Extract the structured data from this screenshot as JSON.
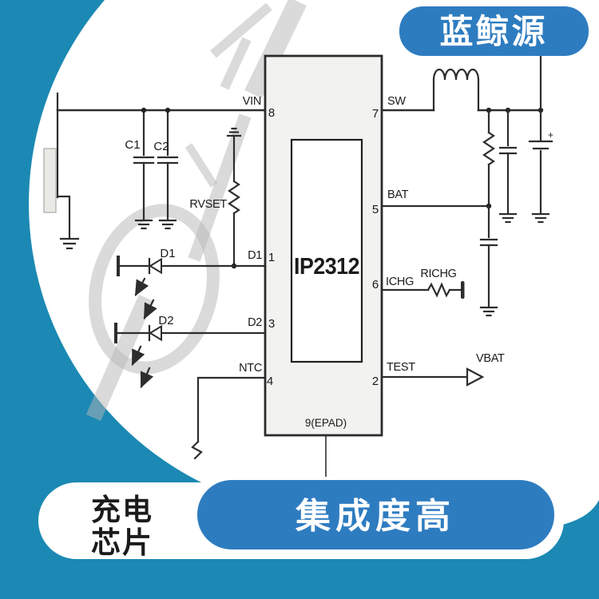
{
  "colors": {
    "teal": "#1b89b3",
    "blue": "#2e7cc0",
    "caption_blue": "#2e7cc0",
    "chip_fill": "#f2f2f0",
    "line": "#2d2d2d"
  },
  "badge": {
    "label": "蓝鲸源"
  },
  "footer": {
    "tag_line1": "充电",
    "tag_line2": "芯片",
    "headline": "集成度高"
  },
  "chip": {
    "part": "IP2312",
    "epad": "9(EPAD)"
  },
  "pins": {
    "vin": {
      "num": "8",
      "label": "VIN"
    },
    "sw": {
      "num": "7",
      "label": "SW"
    },
    "bat": {
      "num": "5",
      "label": "BAT"
    },
    "ichg": {
      "num": "6",
      "label": "ICHG"
    },
    "test": {
      "num": "2",
      "label": "TEST"
    },
    "d1": {
      "num": "1",
      "label": "D1"
    },
    "d2": {
      "num": "3",
      "label": "D2"
    },
    "ntc": {
      "num": "4",
      "label": "NTC"
    }
  },
  "components": {
    "c1": "C1",
    "c2": "C2",
    "rvset": "RVSET",
    "richg": "RICHG",
    "d1": "D1",
    "d2": "D2",
    "vbat": "VBAT",
    "battery_plus": "+"
  }
}
